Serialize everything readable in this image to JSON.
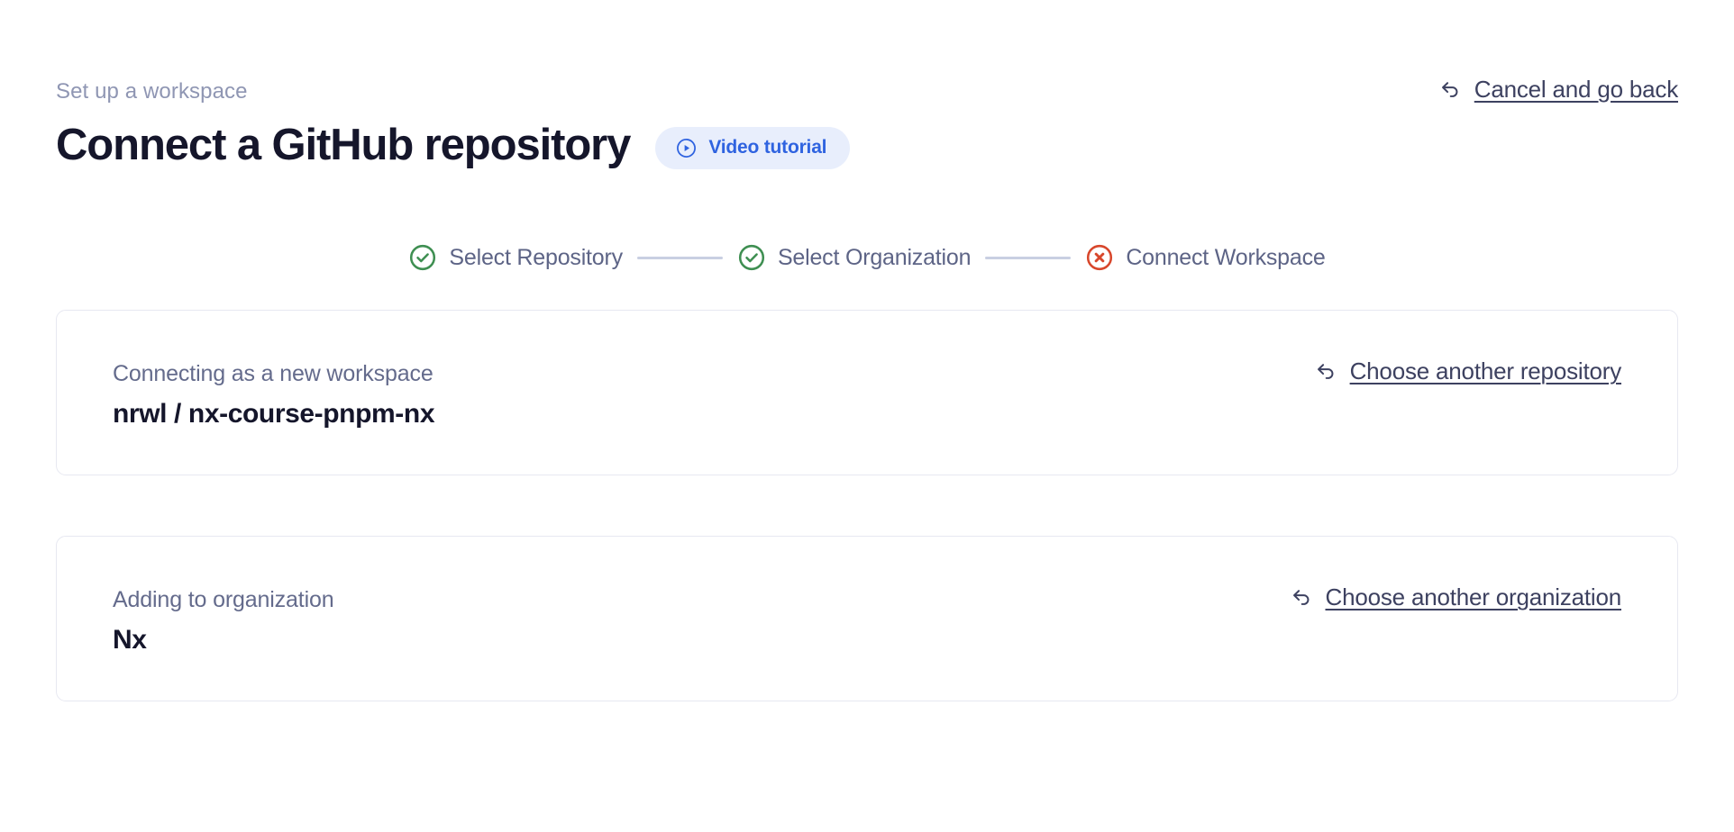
{
  "header": {
    "eyebrow": "Set up a workspace",
    "title": "Connect a GitHub repository",
    "video_badge": {
      "label": "Video tutorial",
      "icon": "play-circle-icon",
      "bg_color": "#e8eefc",
      "text_color": "#2f63e0"
    },
    "cancel_link": {
      "label": "Cancel and go back",
      "icon": "arrow-uturn-left-icon"
    }
  },
  "stepper": {
    "steps": [
      {
        "label": "Select Repository",
        "state": "complete",
        "icon": "check-circle-icon",
        "color": "#3f8f52"
      },
      {
        "label": "Select Organization",
        "state": "complete",
        "icon": "check-circle-icon",
        "color": "#3f8f52"
      },
      {
        "label": "Connect Workspace",
        "state": "error",
        "icon": "x-circle-icon",
        "color": "#d8472c"
      }
    ],
    "connector_color": "#c9cfe2"
  },
  "cards": [
    {
      "caption": "Connecting as a new workspace",
      "owner": "nrwl",
      "separator": " / ",
      "repo": "nx-course-pnpm-nx",
      "link": {
        "label": "Choose another repository",
        "icon": "arrow-uturn-left-icon"
      }
    },
    {
      "caption": "Adding to organization",
      "value": "Nx",
      "link": {
        "label": "Choose another organization",
        "icon": "arrow-uturn-left-icon"
      }
    }
  ]
}
